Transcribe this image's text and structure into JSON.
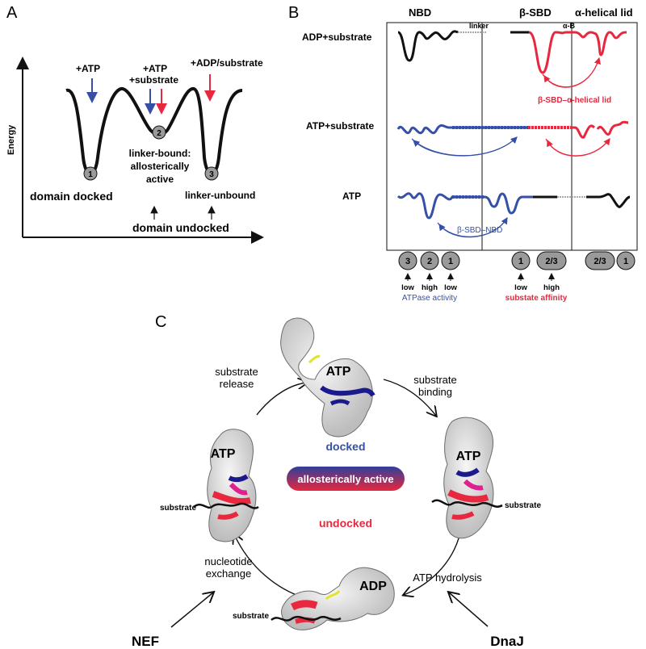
{
  "panel_a": {
    "letter": "A",
    "y_axis_label": "Energy",
    "arrow_atp": "+ATP",
    "arrow_atp_sub_1": "+ATP",
    "arrow_atp_sub_2": "+substrate",
    "arrow_adp_sub": "+ADP/substrate",
    "state_1": "1",
    "state_2": "2",
    "state_3": "3",
    "linker_bound_1": "linker-bound:",
    "linker_bound_2": "allosterically",
    "linker_bound_3": "active",
    "linker_unbound": "linker-unbound",
    "domain_docked": "domain docked",
    "domain_undocked": "domain undocked"
  },
  "panel_b": {
    "letter": "B",
    "col_nbd": "NBD",
    "col_sbd": "β-SBD",
    "col_lid": "α-helical lid",
    "linker": "linker",
    "alpha_b": "α-B",
    "row_1": "ADP+substrate",
    "row_2": "ATP+substrate",
    "row_3": "ATP",
    "label_sbd_lid": "β-SBD–α-helical lid",
    "label_sbd_nbd": "β-SBD–NBD",
    "pills": [
      "3",
      "2",
      "1",
      "1",
      "2/3",
      "2/3",
      "1"
    ],
    "low_1": "low",
    "high_1": "high",
    "low_2": "low",
    "low_3": "low",
    "high_2": "high",
    "atpase": "ATPase activity",
    "affinity": "substate affinity"
  },
  "panel_c": {
    "letter": "C",
    "atp_top": "ATP",
    "atp_left": "ATP",
    "atp_right": "ATP",
    "adp_bottom": "ADP",
    "substrate_release_1": "substrate",
    "substrate_release_2": "release",
    "substrate_binding_1": "substrate",
    "substrate_binding_2": "binding",
    "docked": "docked",
    "allosteric": "allosterically active",
    "undocked": "undocked",
    "substrate_left": "substrate",
    "substrate_right": "substrate",
    "substrate_bottom": "substrate",
    "nucleotide_1": "nucleotide",
    "nucleotide_2": "exchange",
    "atp_hydrolysis": "ATP hydrolysis",
    "nef": "NEF",
    "dnaj": "DnaJ"
  },
  "colors": {
    "blue": "#3550a6",
    "red": "#e8283f",
    "pink": "#e0208f",
    "navy": "#1a1a8c",
    "yellow": "#e6e22a"
  }
}
